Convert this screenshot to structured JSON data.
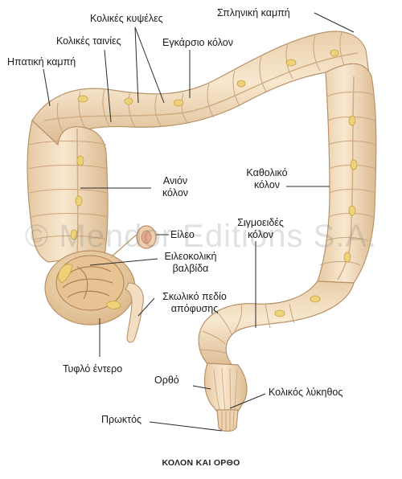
{
  "labels": {
    "kolikes_kypseles": "Κολικές κυψέλες",
    "splhniki_kampi": "Σπληνική καμπή",
    "kolikes_tainies": "Κολικές ταινίες",
    "egkarsio_kolon": "Εγκάρσιο κόλον",
    "hpatiki_kampi": "Ηπατική καμπή",
    "anion_kolon_1": "Ανιόν",
    "anion_kolon_2": "κόλον",
    "katholiko_kolon_1": "Καθολικό",
    "katholiko_kolon_2": "κόλον",
    "sigmoeides_kolon_1": "Σιγμοειδές",
    "sigmoeides_kolon_2": "κόλον",
    "eileo": "Είλεο",
    "valvida_1": "Ειλεοκολική",
    "valvida_2": "βαλβίδα",
    "skwliko_1": "Σκωλικό πεδίο",
    "skwliko_2": "απόφυσης",
    "tyflo": "Τυφλό έντερο",
    "ortho": "Ορθό",
    "lykithos": "Κολικός λύκηθος",
    "prwktos": "Πρωκτός"
  },
  "watermark": "© Mendor Editions S.A.",
  "caption": "ΚΟΛΟΝ ΚΑΙ ΟΡΘΟ",
  "colors": {
    "colon_fill": "#f4dfc0",
    "colon_shade": "#d9b88f",
    "colon_outline": "#b99269",
    "fat_tags": "#eed27a",
    "leader_line": "#2a2a2a"
  }
}
